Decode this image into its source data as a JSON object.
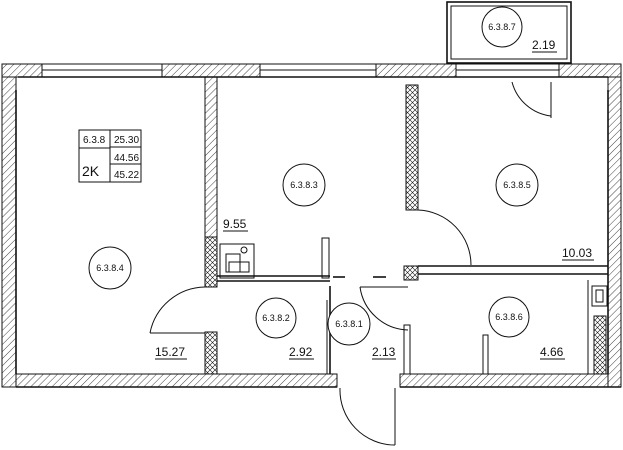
{
  "unit": {
    "code": "6.3.8",
    "type": "2K",
    "living_area": "25.30",
    "total_area": "44.56",
    "total_area_with_balcony": "45.22"
  },
  "rooms": [
    {
      "id": "6.3.8.1",
      "area": "2.13"
    },
    {
      "id": "6.3.8.2",
      "area": "2.92"
    },
    {
      "id": "6.3.8.3",
      "area": "9.55"
    },
    {
      "id": "6.3.8.4",
      "area": "15.27"
    },
    {
      "id": "6.3.8.5",
      "area": "10.03"
    },
    {
      "id": "6.3.8.6",
      "area": "4.66"
    },
    {
      "id": "6.3.8.7",
      "area": "2.19"
    }
  ]
}
